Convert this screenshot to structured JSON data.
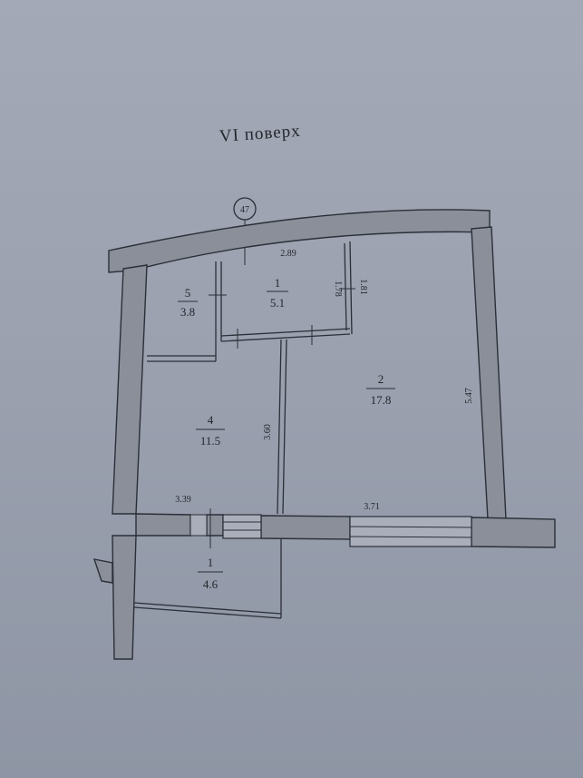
{
  "title": "VI поверх",
  "axis_marker": "47",
  "rooms": [
    {
      "number": "1",
      "area": "5.1"
    },
    {
      "number": "2",
      "area": "17.8"
    },
    {
      "number": "4",
      "area": "11.5"
    },
    {
      "number": "5",
      "area": "3.8"
    },
    {
      "number": "1",
      "area": "4.6"
    }
  ],
  "dimensions": {
    "top_width": "2.89",
    "hall_height_a": "1.78",
    "hall_height_b": "1.81",
    "right_height": "5.47",
    "middle_height": "3.60",
    "bottom_left": "3.39",
    "bottom_right": "3.71"
  },
  "colors": {
    "paper": "#9ba1af",
    "wall": "#8a8f99",
    "ink": "#23262d"
  }
}
